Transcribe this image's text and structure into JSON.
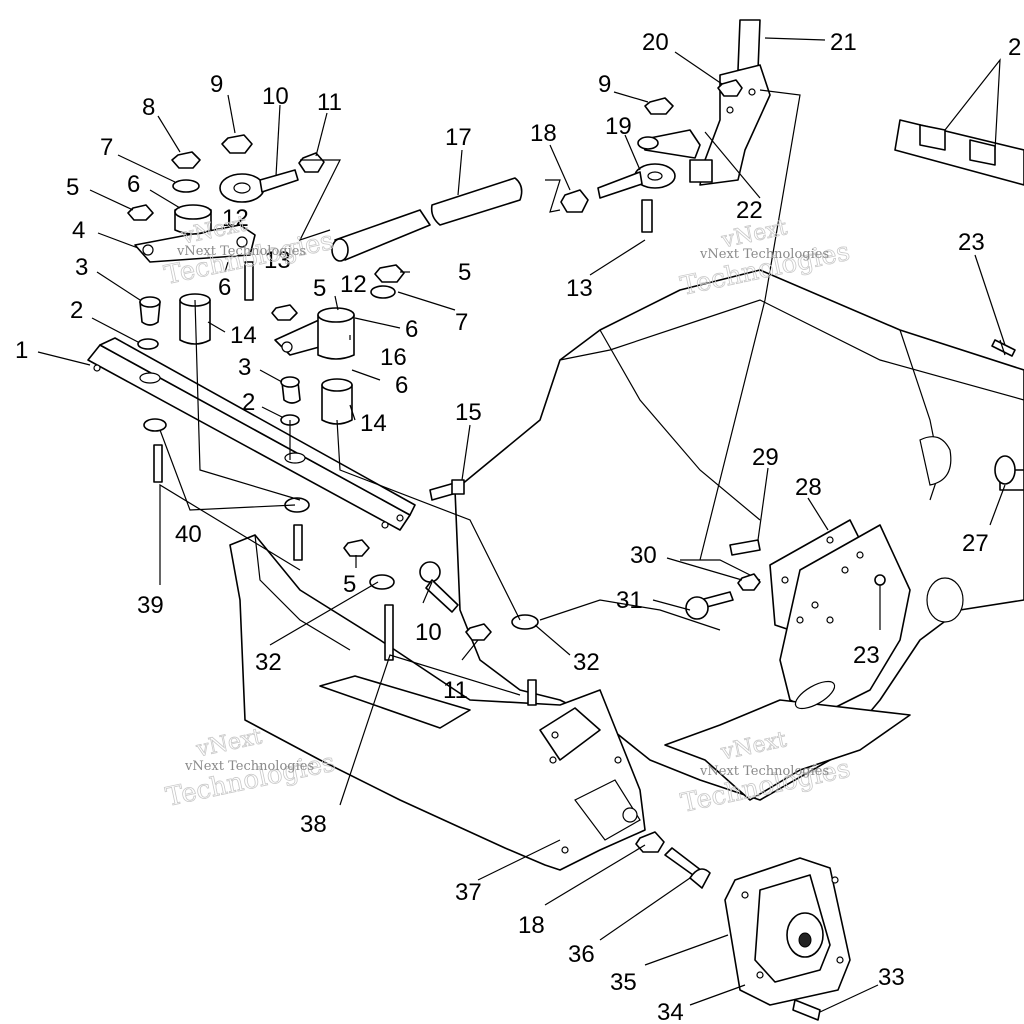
{
  "diagram": {
    "callouts": [
      "1",
      "2",
      "2",
      "3",
      "3",
      "4",
      "5",
      "5",
      "5",
      "5",
      "6",
      "6",
      "6",
      "6",
      "7",
      "7",
      "8",
      "9",
      "9",
      "10",
      "10",
      "11",
      "11",
      "12",
      "12",
      "13",
      "13",
      "14",
      "14",
      "15",
      "16",
      "17",
      "18",
      "18",
      "19",
      "20",
      "21",
      "22",
      "23",
      "23",
      "27",
      "28",
      "29",
      "30",
      "31",
      "32",
      "32",
      "33",
      "34",
      "35",
      "36",
      "37",
      "38",
      "39",
      "40",
      "2"
    ],
    "watermarks": [
      {
        "brand": "vNext",
        "word": "Technologies",
        "caption": "vNext Technologies"
      },
      {
        "brand": "vNext",
        "word": "Technologies",
        "caption": "vNext Technologies"
      },
      {
        "brand": "vNext",
        "word": "Technologies",
        "caption": "vNext Technologies"
      },
      {
        "brand": "vNext",
        "word": "Technologies",
        "caption": "vNext Technologies"
      }
    ],
    "colors": {
      "line": "#000000",
      "background": "#ffffff",
      "watermark": "#c9c9c9"
    }
  }
}
